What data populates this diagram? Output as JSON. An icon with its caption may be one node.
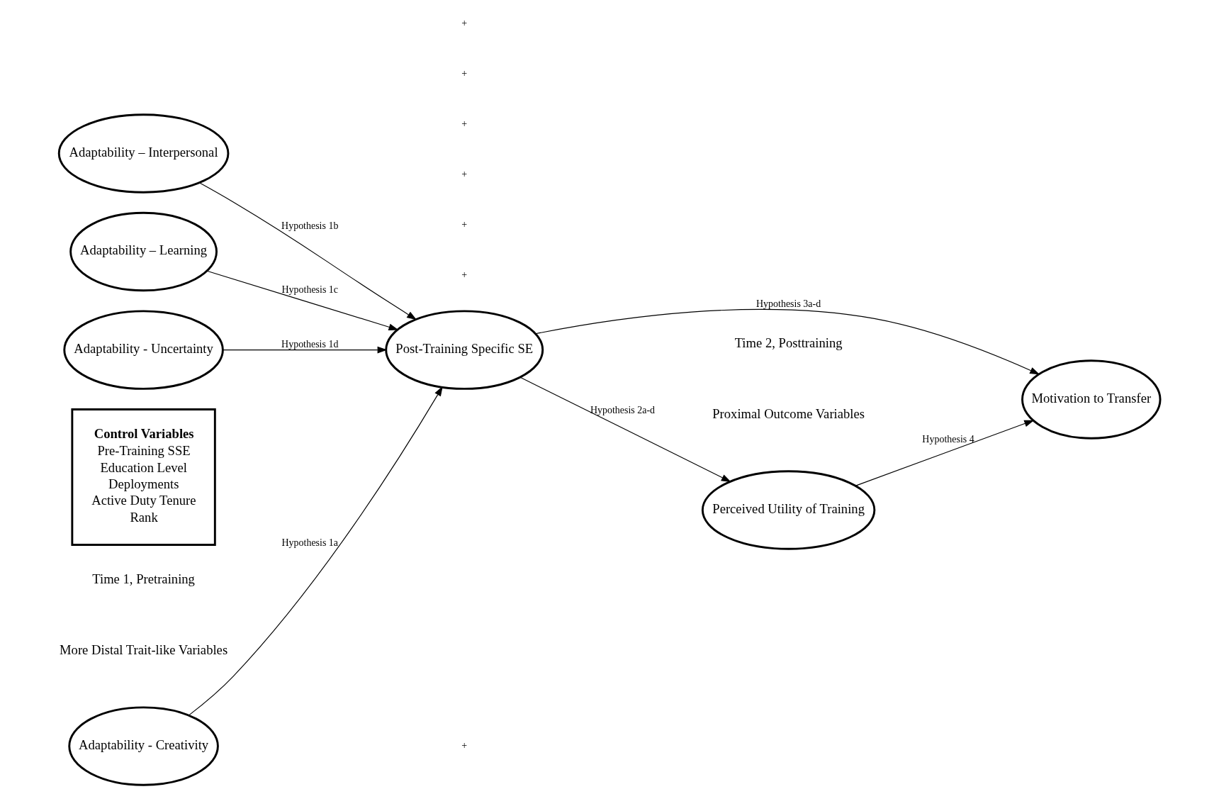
{
  "diagram": {
    "nodes": [
      {
        "text": [
          "Adaptability - Creativity"
        ]
      },
      {
        "text": [
          "Adaptability – Interpersonal"
        ]
      },
      {
        "text": [
          "Adaptability – Learning"
        ]
      },
      {
        "text": [
          "Adaptability - Uncertainty"
        ]
      },
      {
        "text": [
          "Post-Training Specific SE"
        ]
      },
      {
        "text": [
          "Perceived Utility of Training"
        ]
      },
      {
        "text": [
          "Motivation to Transfer"
        ]
      },
      {
        "text": [
          "Control Variables",
          "Pre-Training SSE",
          "Education Level",
          "Deployments",
          "Active Duty Tenure",
          "Rank"
        ]
      }
    ],
    "edges": [
      {
        "from": 0,
        "to": 4,
        "arrow": "to",
        "label": "Hypothesis 1a"
      },
      {
        "from": 1,
        "to": 4,
        "arrow": "to",
        "label": "Hypothesis 1b"
      },
      {
        "from": 2,
        "to": 4,
        "arrow": "to",
        "label": "Hypothesis 1c"
      },
      {
        "from": 3,
        "to": 4,
        "arrow": "to",
        "label": "Hypothesis 1d"
      },
      {
        "from": 4,
        "to": 5,
        "arrow": "to",
        "label": "Hypothesis 2a-d"
      },
      {
        "from": 5,
        "to": 6,
        "arrow": "to",
        "label": "Hypothesis 4"
      },
      {
        "from": 4,
        "to": 6,
        "arrow": "to",
        "label": "Hypothesis 3a-d"
      }
    ],
    "labels": [
      "Time 1, Pretraining",
      "Time 2, Posttraining",
      "More Distal Trait-like Variables",
      "Proximal Outcome Variables",
      "+",
      "+",
      "+",
      "+",
      "+",
      "+",
      "+"
    ]
  }
}
